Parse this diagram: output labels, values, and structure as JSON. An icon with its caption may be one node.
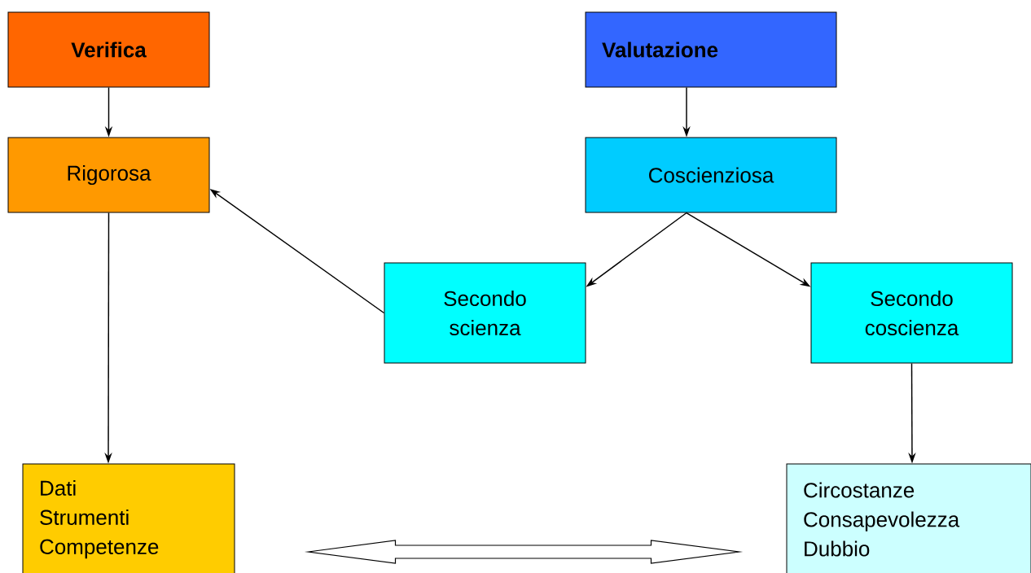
{
  "diagram": {
    "nodes": [
      {
        "text": [
          "Verifica"
        ]
      },
      {
        "text": [
          "Valutazione"
        ]
      },
      {
        "text": [
          "Rigorosa"
        ]
      },
      {
        "text": [
          "Coscienziosa"
        ]
      },
      {
        "text": [
          "Secondo scienza"
        ]
      },
      {
        "text": [
          "Secondo coscienza"
        ]
      },
      {
        "text": [
          "Dati",
          "Strumenti",
          "Competenze"
        ]
      },
      {
        "text": [
          "Circostanze",
          "Consapevolezza",
          "Dubbio"
        ]
      }
    ],
    "edges": [
      {
        "from": 0,
        "to": 2,
        "arrow": "to"
      },
      {
        "from": 1,
        "to": 3,
        "arrow": "to"
      },
      {
        "from": 3,
        "to": 4,
        "arrow": "to"
      },
      {
        "from": 3,
        "to": 5,
        "arrow": "to"
      },
      {
        "from": 4,
        "to": 2,
        "arrow": "to"
      },
      {
        "from": 2,
        "to": 6,
        "arrow": "to"
      },
      {
        "from": 5,
        "to": 7,
        "arrow": "to"
      },
      {
        "from": 6,
        "to": 7,
        "arrow": "both"
      }
    ]
  }
}
